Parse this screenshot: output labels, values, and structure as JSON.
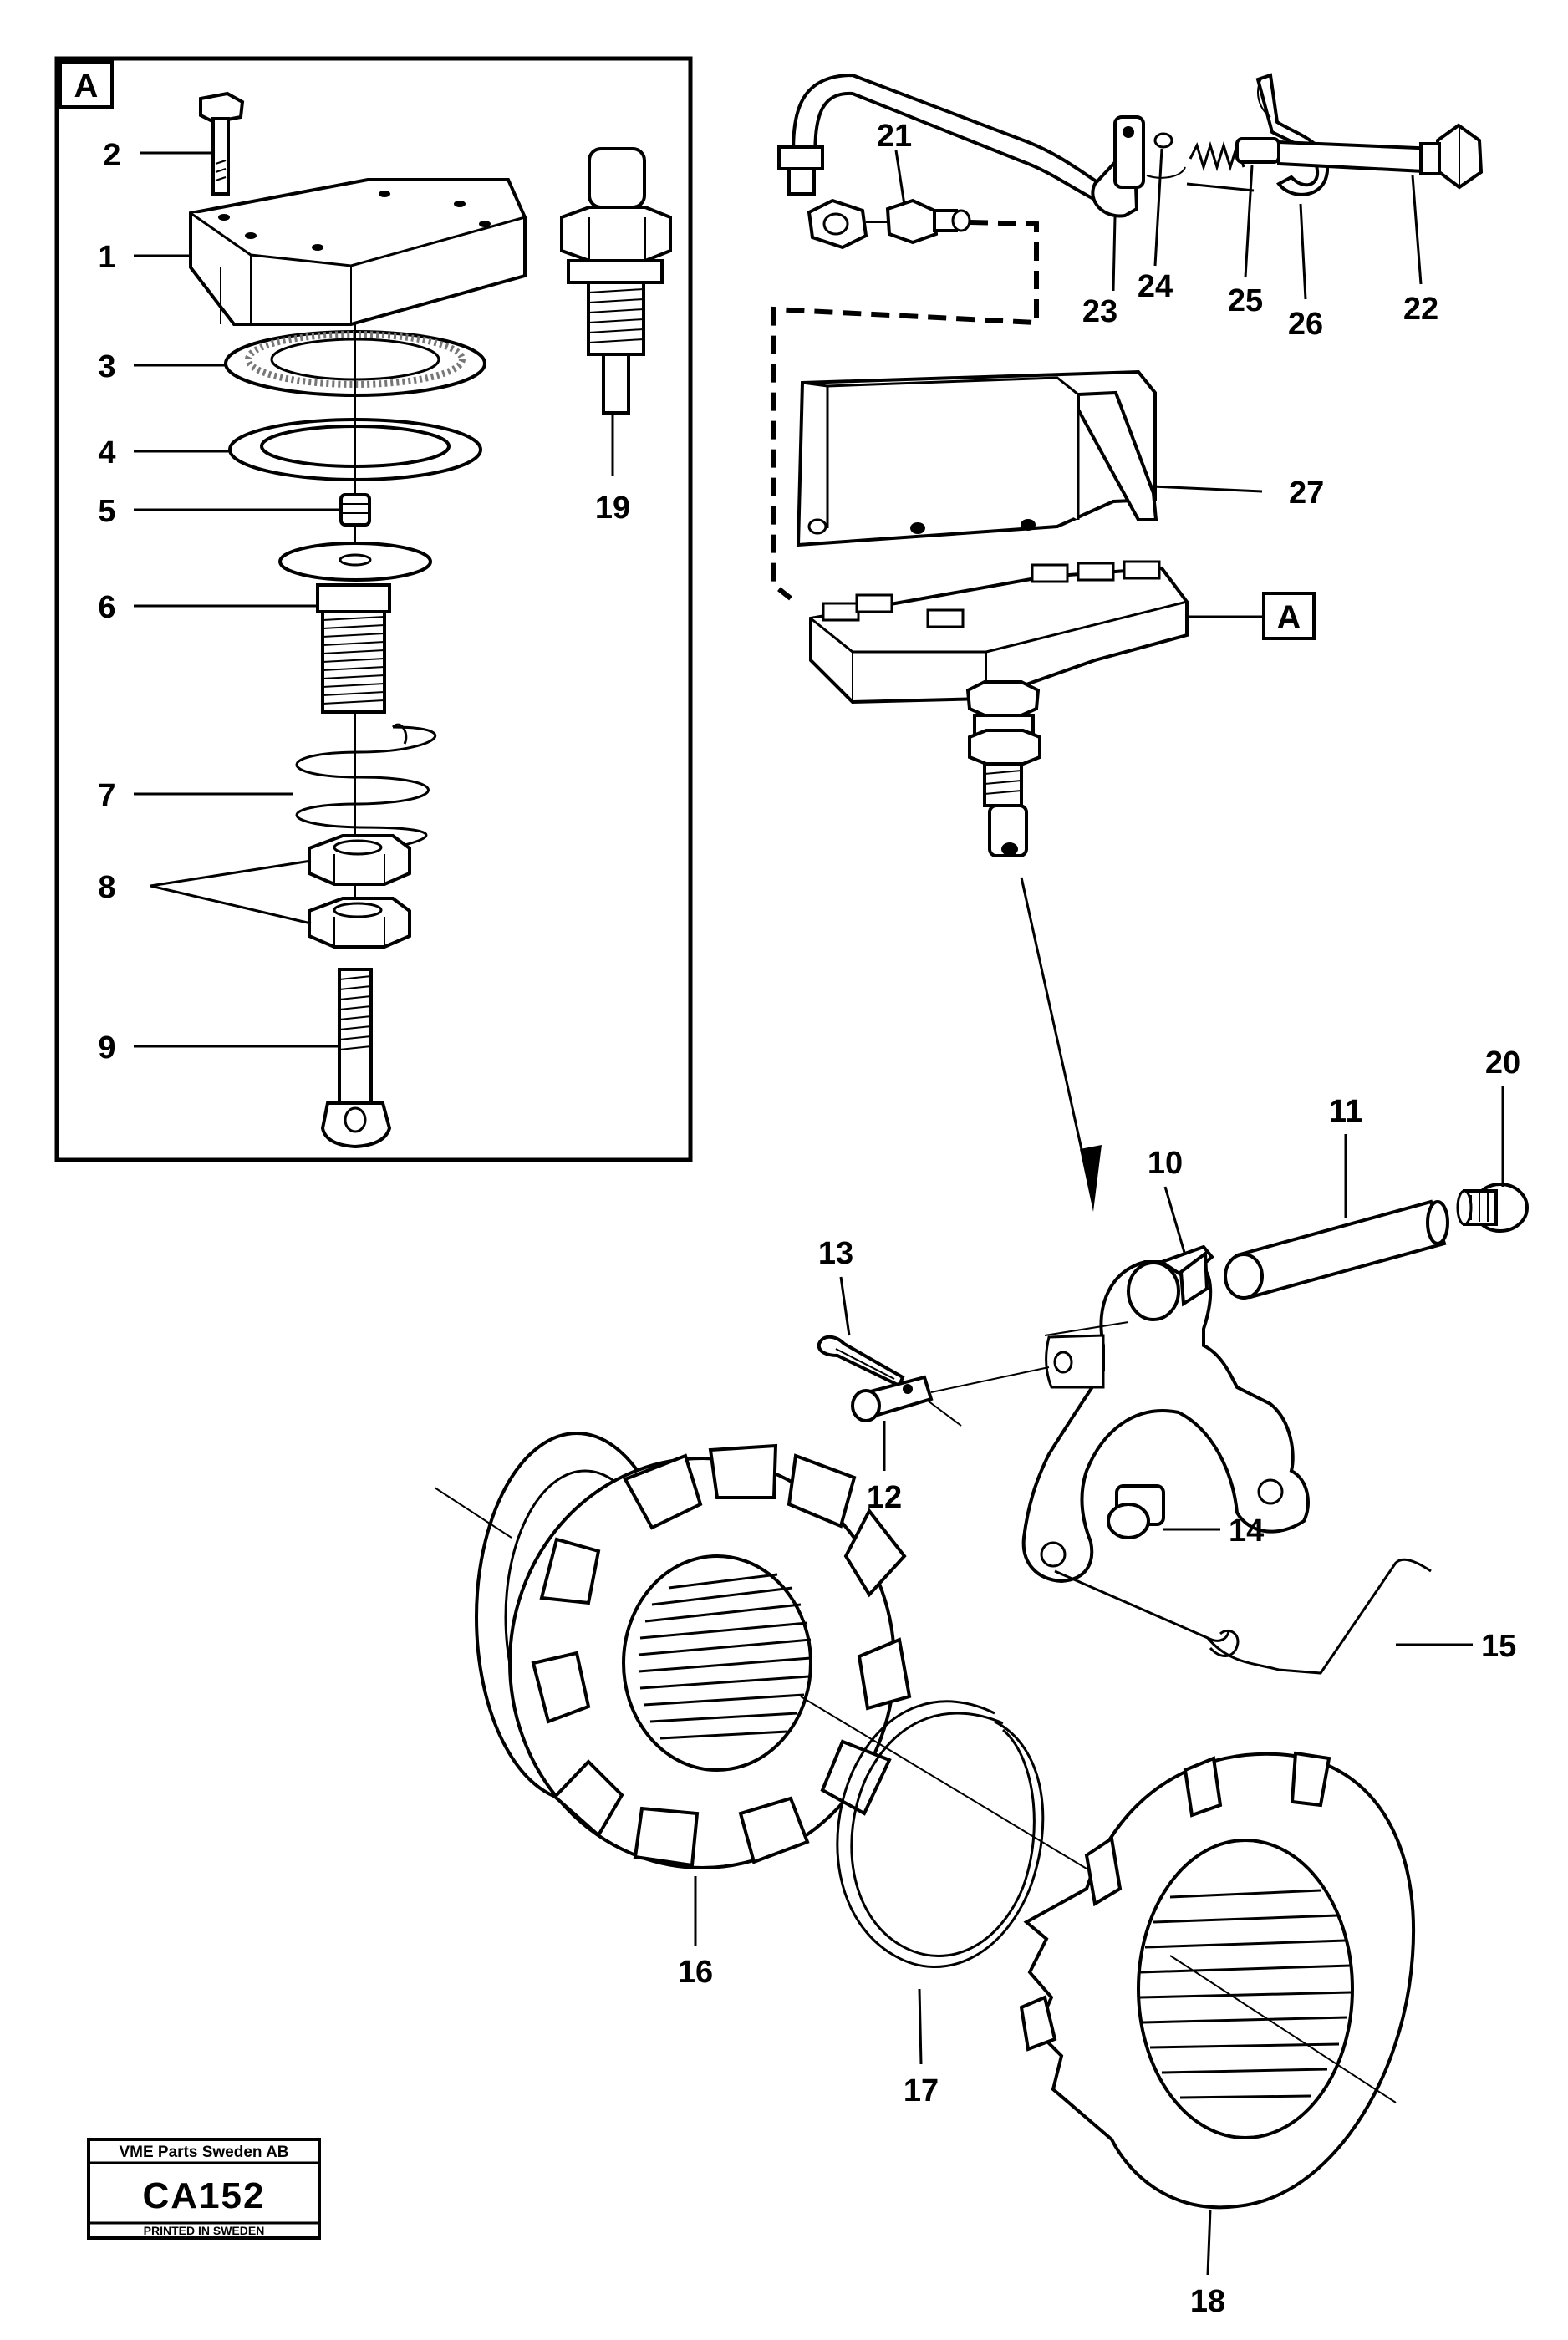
{
  "inset": {
    "label": "A"
  },
  "reference_label": "A",
  "callouts": [
    {
      "id": "1",
      "text": "1"
    },
    {
      "id": "2",
      "text": "2"
    },
    {
      "id": "3",
      "text": "3"
    },
    {
      "id": "4",
      "text": "4"
    },
    {
      "id": "5",
      "text": "5"
    },
    {
      "id": "6",
      "text": "6"
    },
    {
      "id": "7",
      "text": "7"
    },
    {
      "id": "8",
      "text": "8"
    },
    {
      "id": "9",
      "text": "9"
    },
    {
      "id": "10",
      "text": "10"
    },
    {
      "id": "11",
      "text": "11"
    },
    {
      "id": "12",
      "text": "12"
    },
    {
      "id": "13",
      "text": "13"
    },
    {
      "id": "14",
      "text": "14"
    },
    {
      "id": "15",
      "text": "15"
    },
    {
      "id": "16",
      "text": "16"
    },
    {
      "id": "17",
      "text": "17"
    },
    {
      "id": "18",
      "text": "18"
    },
    {
      "id": "19",
      "text": "19"
    },
    {
      "id": "20",
      "text": "20"
    },
    {
      "id": "21",
      "text": "21"
    },
    {
      "id": "22",
      "text": "22"
    },
    {
      "id": "23",
      "text": "23"
    },
    {
      "id": "24",
      "text": "24"
    },
    {
      "id": "25",
      "text": "25"
    },
    {
      "id": "26",
      "text": "26"
    },
    {
      "id": "27",
      "text": "27"
    }
  ],
  "stamp": {
    "company": "VME Parts Sweden AB",
    "code": "CA152",
    "printed": "PRINTED IN SWEDEN"
  }
}
